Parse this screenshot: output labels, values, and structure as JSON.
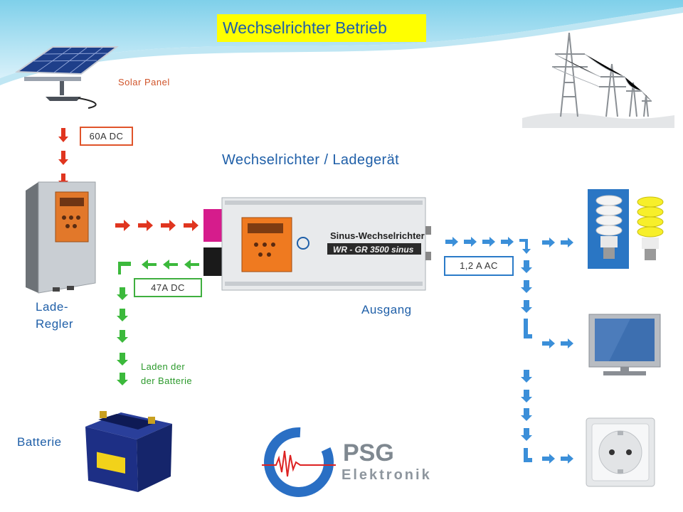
{
  "title": "Wechselrichter Betrieb",
  "subtitle": "Wechselrichter / Ladegerät",
  "labels": {
    "solar_panel": "Solar Panel",
    "charge_controller": "Lade-\nRegler",
    "output": "Ausgang",
    "battery": "Batterie",
    "charging": "Laden der\nder Batterie"
  },
  "boxes": {
    "solar_current": "60A  DC",
    "battery_current": "47A  DC",
    "output_current": "1,2 A  AC"
  },
  "inverter": {
    "name": "Sinus-Wechselrichter",
    "model": "WR - GR 3500 sinus"
  },
  "logo": {
    "line1": "PSG",
    "line2": "Elektronik"
  },
  "colors": {
    "red_arrow": "#e0351f",
    "green_arrow": "#3cb93c",
    "blue_arrow": "#3b8fd9",
    "title_bg": "#ffff00",
    "accent_blue": "#1f5fa8"
  }
}
